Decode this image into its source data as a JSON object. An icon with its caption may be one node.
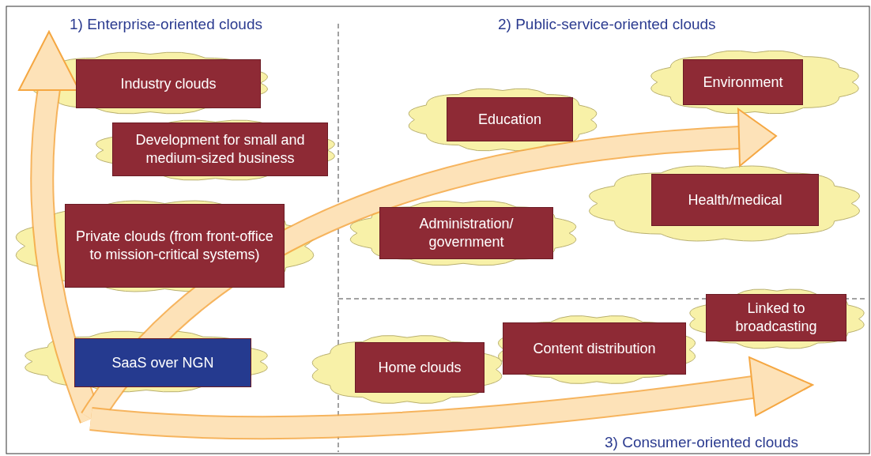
{
  "diagram": {
    "nodes": [
      {
        "text": [
          "Industry clouds"
        ]
      },
      {
        "text": [
          "Development for small and medium-sized business"
        ]
      },
      {
        "text": [
          "Private clouds (from front-office to mission-critical systems)"
        ]
      },
      {
        "text": [
          "SaaS over NGN"
        ]
      },
      {
        "text": [
          "Education"
        ]
      },
      {
        "text": [
          "Environment"
        ]
      },
      {
        "text": [
          "Administration/ government"
        ]
      },
      {
        "text": [
          "Health/medical"
        ]
      },
      {
        "text": [
          "Home clouds"
        ]
      },
      {
        "text": [
          "Content distribution"
        ]
      },
      {
        "text": [
          "Linked to broadcasting"
        ]
      }
    ],
    "edges": [],
    "labels": [
      "1) Enterprise-oriented clouds",
      "2) Public-service-oriented clouds",
      "3) Consumer-oriented clouds"
    ]
  }
}
